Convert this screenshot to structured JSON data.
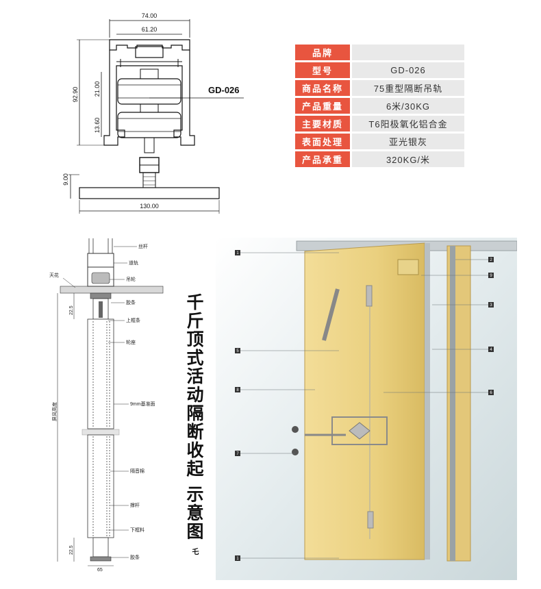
{
  "top_drawing": {
    "model_label": "GD-026",
    "dimensions": {
      "outer_width": "74.00",
      "inner_width": "61.20",
      "total_height": "92.90",
      "upper_gap": "21.00",
      "lower_gap": "13.60",
      "stem_height": "9.00",
      "base_width": "130.00"
    }
  },
  "spec_table": [
    {
      "key": "品牌",
      "value": ""
    },
    {
      "key": "型号",
      "value": "GD-026"
    },
    {
      "key": "商品名称",
      "value": "75重型隔断吊轨"
    },
    {
      "key": "产品重量",
      "value": "6米/30KG"
    },
    {
      "key": "主要材质",
      "value": "T6阳极氧化铝合金"
    },
    {
      "key": "表面处理",
      "value": "亚光银灰"
    },
    {
      "key": "产品承重",
      "value": "320KG/米"
    }
  ],
  "section_drawing": {
    "labels": {
      "screw_rod": "丝杆",
      "track": "道轨",
      "ceiling": "天花",
      "hanging_wheel": "吊轮",
      "rubber_strip_top": "胶条",
      "top_frame": "上框条",
      "wheel_seat": "轮座",
      "panel": "9mm基准面",
      "screen_height": "屏风高度",
      "sound_insulation": "隔音棉",
      "brace": "撑杆",
      "bottom_frame": "下框料",
      "rubber_strip_bottom": "胶条"
    },
    "dims": {
      "top_gap": "22.5",
      "bottom_gap": "22.5",
      "width": "65"
    }
  },
  "vertical_title": {
    "main": "千斤顶式活动隔断收起",
    "sub": "示意图",
    "mark": "乇"
  },
  "door_illustration": {
    "callouts": [
      "1",
      "2",
      "9",
      "3",
      "5",
      "4",
      "8",
      "6",
      "7",
      "1"
    ]
  },
  "colors": {
    "table_key_bg": "#e8553f",
    "table_val_bg": "#e9e9e9",
    "panel_wood": "#ecd58c",
    "background_3d": "#dde7e9"
  }
}
